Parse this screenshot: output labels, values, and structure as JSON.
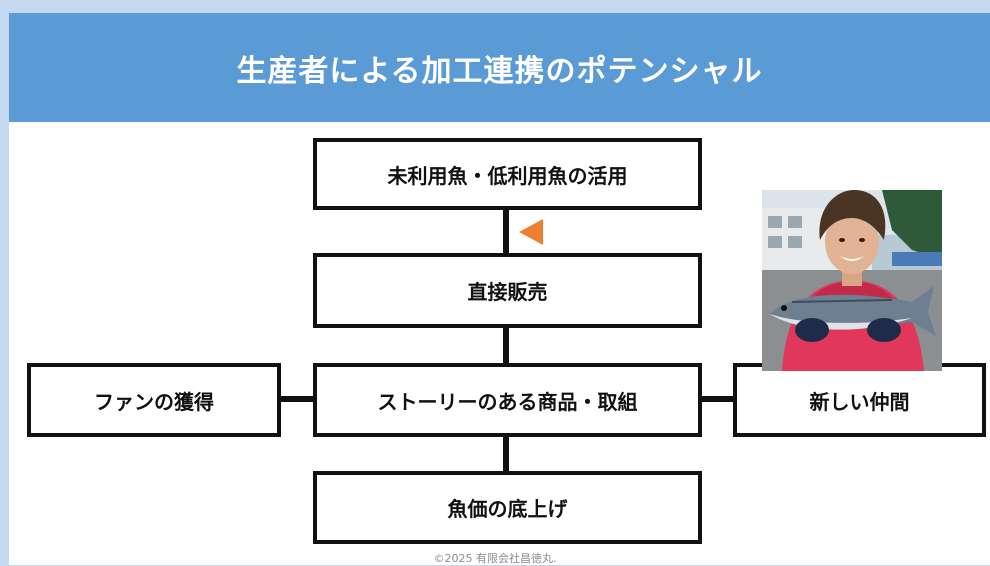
{
  "title": "生産者による加工連携のポテンシャル",
  "nodes": {
    "top": "未利用魚・低利用魚の活用",
    "direct": "直接販売",
    "story": "ストーリーのある商品・取組",
    "fans": "ファンの獲得",
    "partners": "新しい仲間",
    "price": "魚価の底上げ"
  },
  "colors": {
    "header": "#5b9bd5",
    "arrow": "#ed7d31",
    "border": "#111111",
    "background": "#c3d8ee"
  },
  "footer": "©2025 有限会社昌徳丸."
}
